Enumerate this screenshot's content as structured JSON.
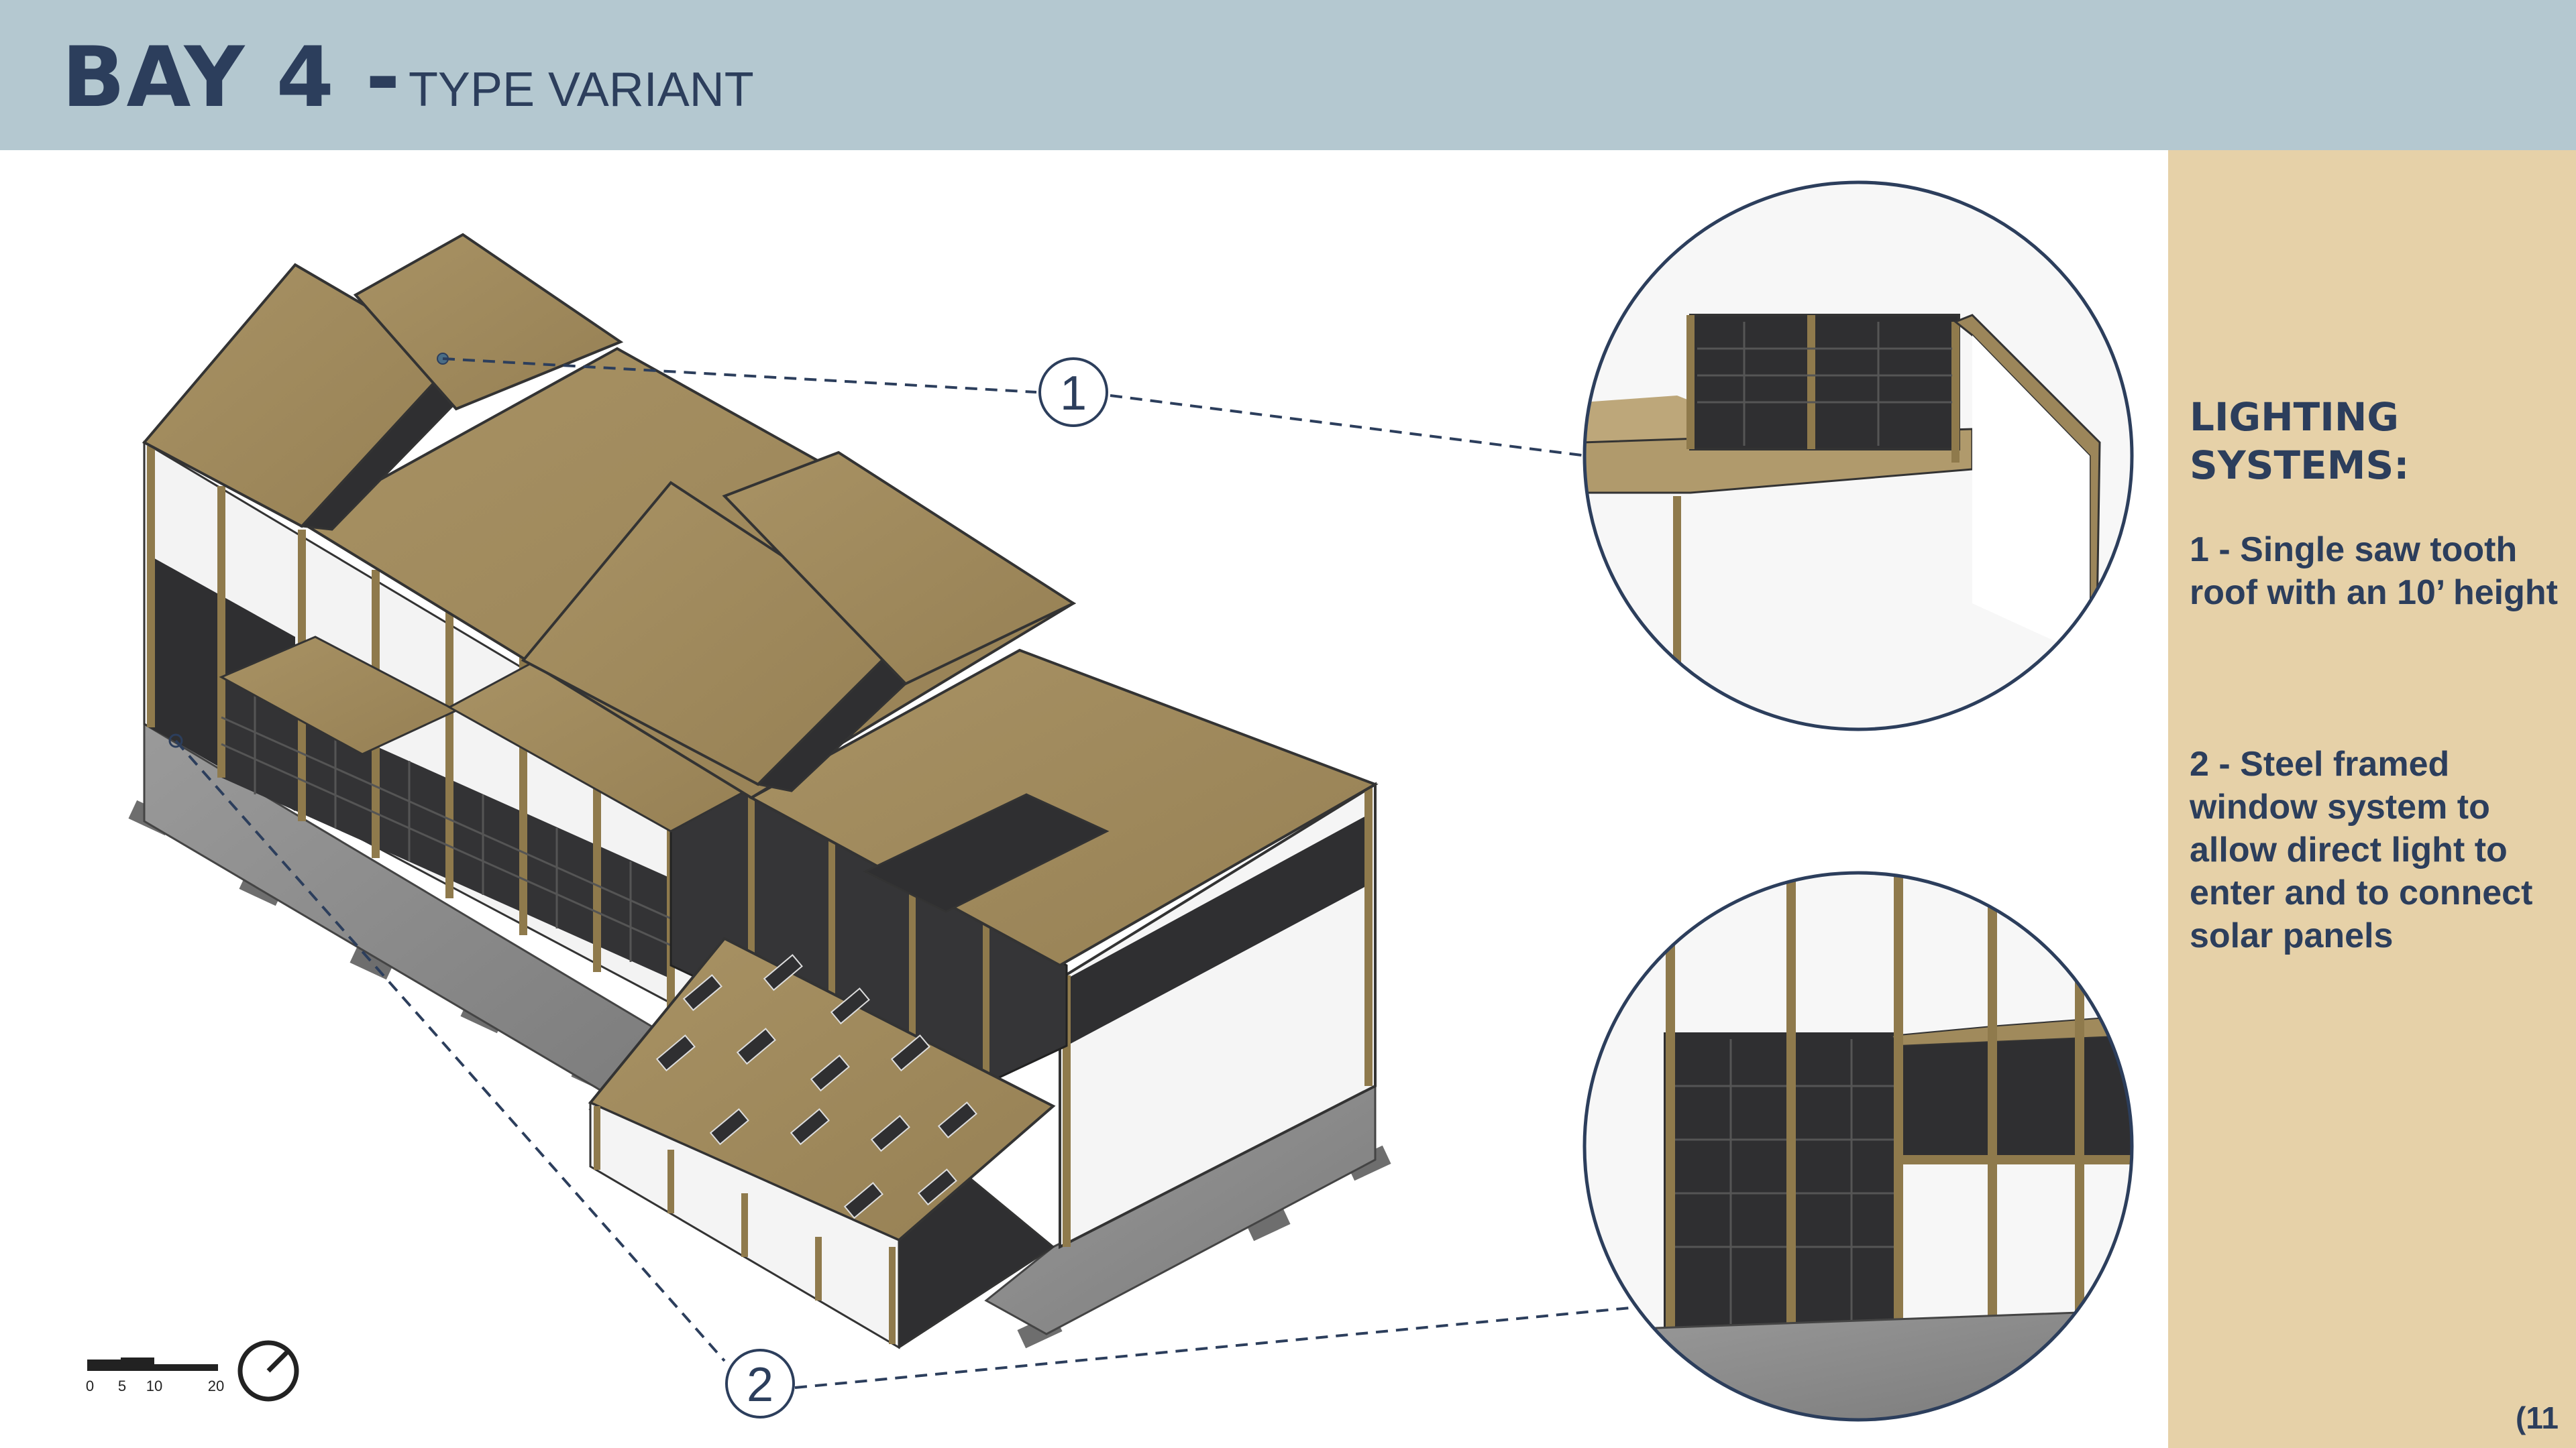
{
  "header": {
    "title_bold": "BAY 4 -",
    "title_light": "TYPE VARIANT"
  },
  "sidebar": {
    "heading": "LIGHTING\nSYSTEMS:",
    "items": [
      {
        "text": "1 - Single saw tooth roof with an 10’ height"
      },
      {
        "text": "2 - Steel framed window system to allow direct light to enter and to connect solar panels"
      }
    ]
  },
  "callouts": [
    {
      "number": "1",
      "target": "saw tooth roof detail"
    },
    {
      "number": "2",
      "target": "steel window system detail"
    }
  ],
  "scale_bar": {
    "ticks": [
      "0",
      "5",
      "10",
      "20"
    ]
  },
  "page_number": "(11",
  "colors": {
    "header_bg": "#b4c8d0",
    "sidebar_bg": "#e6d1a8",
    "title_text": "#2c3e5c",
    "roof": "#a08a5c",
    "timber": "#8f7a4c",
    "concrete": "#8c8c8c",
    "glass_dark": "#2f2f31",
    "leader_line": "#2c3e5c"
  }
}
